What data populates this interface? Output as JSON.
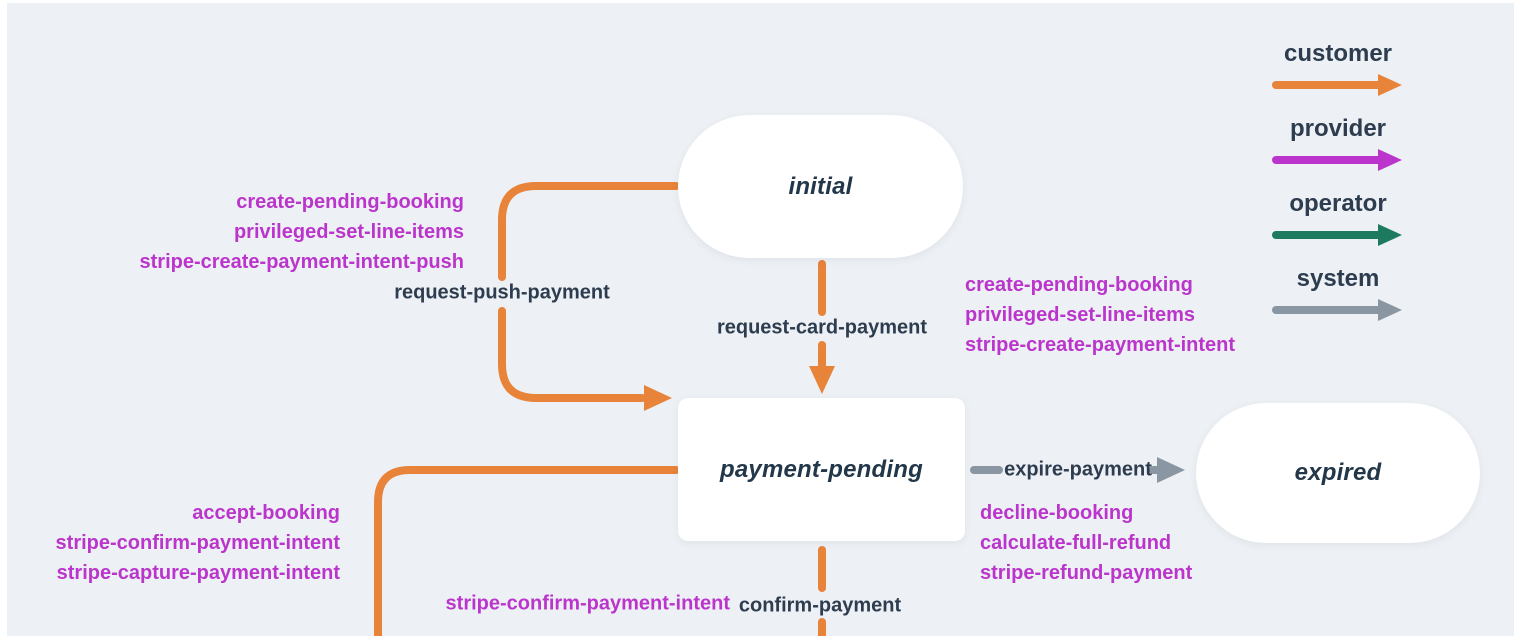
{
  "colors": {
    "background": "#edf1f5",
    "node-bg": "#ffffff",
    "node-text": "#23374a",
    "text-dark": "#2d3c4e",
    "action-text": "#bb35cc",
    "customer": "#e8833a",
    "provider": "#bb35cc",
    "operator": "#1d7a5e",
    "system": "#8a96a2"
  },
  "legend": {
    "items": [
      {
        "label": "customer",
        "color": "#e8833a"
      },
      {
        "label": "provider",
        "color": "#bb35cc"
      },
      {
        "label": "operator",
        "color": "#1d7a5e"
      },
      {
        "label": "system",
        "color": "#8a96a2"
      }
    ]
  },
  "nodes": {
    "initial": {
      "label": "initial"
    },
    "payment_pending": {
      "label": "payment-pending"
    },
    "expired": {
      "label": "expired"
    }
  },
  "edges": {
    "request_push_payment": {
      "label": "request-push-payment",
      "actor": "customer"
    },
    "request_card_payment": {
      "label": "request-card-payment",
      "actor": "customer"
    },
    "expire_payment": {
      "label": "expire-payment",
      "actor": "system"
    },
    "confirm_payment": {
      "label": "confirm-payment",
      "actor": "customer"
    }
  },
  "actions": {
    "push": [
      "create-pending-booking",
      "privileged-set-line-items",
      "stripe-create-payment-intent-push"
    ],
    "card": [
      "create-pending-booking",
      "privileged-set-line-items",
      "stripe-create-payment-intent"
    ],
    "accept": [
      "accept-booking",
      "stripe-confirm-payment-intent",
      "stripe-capture-payment-intent"
    ],
    "decline": [
      "decline-booking",
      "calculate-full-refund",
      "stripe-refund-payment"
    ],
    "confirm": [
      "stripe-confirm-payment-intent"
    ]
  }
}
